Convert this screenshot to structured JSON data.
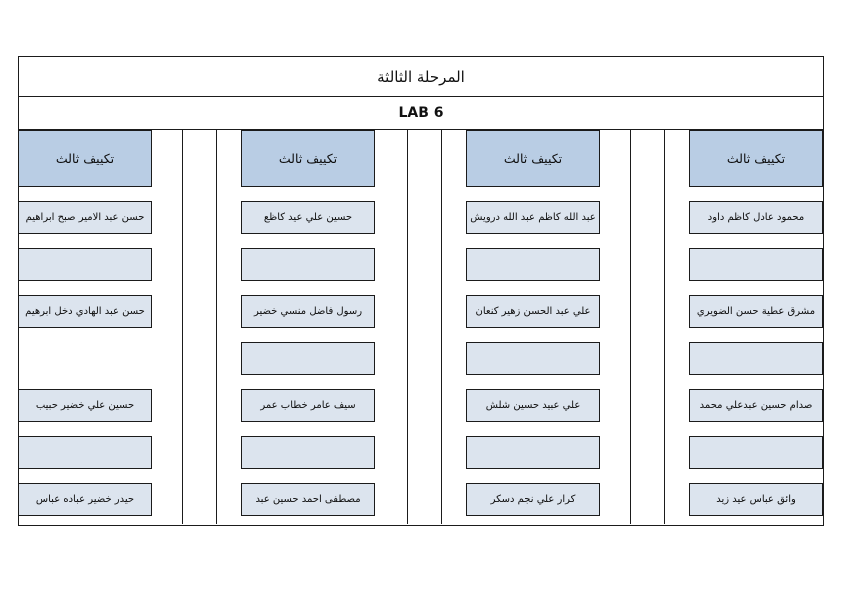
{
  "document": {
    "title": "المرحلة الثالثة",
    "lab": "LAB 6"
  },
  "columns": [
    {
      "header": "تكييف ثالث",
      "rows": [
        {
          "type": "name",
          "text": "محمود عادل كاظم داود"
        },
        {
          "type": "blank",
          "text": ""
        },
        {
          "type": "name",
          "text": "مشرق عطية حسن الضويري"
        },
        {
          "type": "blank",
          "text": ""
        },
        {
          "type": "name",
          "text": "صدام حسين عبدعلي محمد"
        },
        {
          "type": "blank",
          "text": ""
        },
        {
          "type": "name",
          "text": "وائق عباس عيد زيد"
        }
      ]
    },
    {
      "header": "تكييف ثالث",
      "rows": [
        {
          "type": "name",
          "text": "عبد الله كاظم عبد الله درويش"
        },
        {
          "type": "blank",
          "text": ""
        },
        {
          "type": "name",
          "text": "علي عبد الحسن زهير كنعان"
        },
        {
          "type": "blank",
          "text": ""
        },
        {
          "type": "name",
          "text": "علي عبيد حسين شلش"
        },
        {
          "type": "blank",
          "text": ""
        },
        {
          "type": "name",
          "text": "كرار علي نجم دسكر"
        }
      ]
    },
    {
      "header": "تكييف ثالث",
      "rows": [
        {
          "type": "name",
          "text": "حسين علي عيد كاظع"
        },
        {
          "type": "blank",
          "text": ""
        },
        {
          "type": "name",
          "text": "رسول فاضل منسي خضير"
        },
        {
          "type": "blank",
          "text": ""
        },
        {
          "type": "name",
          "text": "سيف عامر خطاب عمر"
        },
        {
          "type": "blank",
          "text": ""
        },
        {
          "type": "name",
          "text": "مصطفى احمد حسين عبد"
        }
      ]
    },
    {
      "header": "تكييف ثالث",
      "rows": [
        {
          "type": "name",
          "text": "حسن عبد الامير صبح ابراهيم"
        },
        {
          "type": "blank",
          "text": ""
        },
        {
          "type": "name",
          "text": "حسن عبد الهادي دخل ابرهيم"
        },
        {
          "type": "void",
          "text": ""
        },
        {
          "type": "name",
          "text": "حسين علي خضير حبيب"
        },
        {
          "type": "blank",
          "text": ""
        },
        {
          "type": "name",
          "text": "حيدر خضير عباده عباس"
        }
      ]
    }
  ],
  "colors": {
    "header_fill": "#b9cde4",
    "cell_fill": "#dce4ee",
    "border": "#1b1b1b",
    "page_background": "#ffffff"
  }
}
